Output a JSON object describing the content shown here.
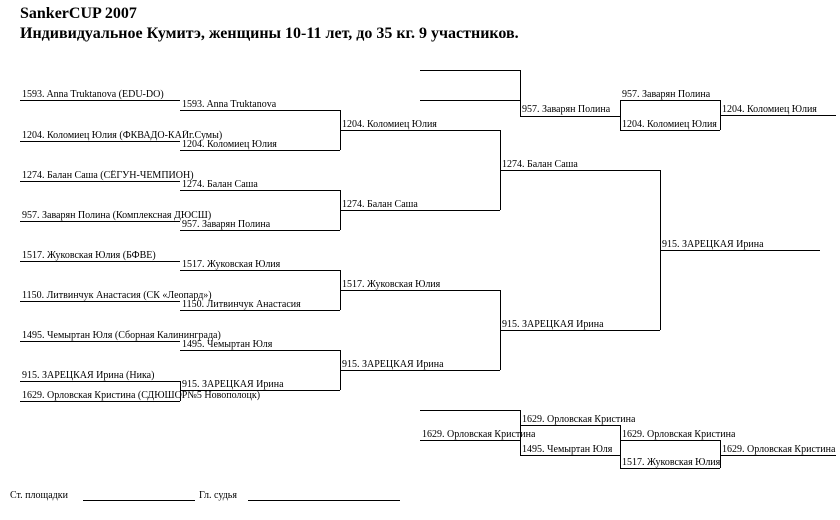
{
  "header": {
    "title": "SankerCUP 2007",
    "subtitle": "Индивидуальное Кумитэ, женщины 10-11 лет, до  35 кг. 9 участников."
  },
  "round1": [
    "1593. Anna Truktanova (EDU-DO)",
    "1204. Коломиец Юлия (ФКВАДО-КАЙг.Сумы)",
    "1274. Балан Саша (СЁГУН-ЧЕМПИОН)",
    "957. Заварян Полина (Комплексная ДЮСШ)",
    "1517. Жуковская Юлия (БФВЕ)",
    "1150. Литвинчук Анастасия (СК «Леопард»)",
    "1495. Чемыртан Юля (Сборная Калининграда)",
    "915. ЗАРЕЦКАЯ Ирина (Ника)",
    "1629. Орловская Кристина (СДЮШОР№5 Новополоцк)"
  ],
  "round2": [
    "1593. Anna Truktanova",
    "1204. Коломиец Юлия",
    "1274. Балан Саша",
    "957. Заварян Полина",
    "1517. Жуковская Юлия",
    "1150. Литвинчук Анастасия",
    "1495. Чемыртан Юля",
    "915. ЗАРЕЦКАЯ Ирина"
  ],
  "round3": [
    "1204. Коломиец Юлия",
    "1274. Балан Саша",
    "1517. Жуковская Юлия",
    "915. ЗАРЕЦКАЯ Ирина"
  ],
  "semifinal": [
    "1274. Балан Саша",
    "915. ЗАРЕЦКАЯ Ирина"
  ],
  "final_winner": "915. ЗАРЕЦКАЯ Ирина",
  "repechage_top": {
    "r1": "957. Заварян Полина",
    "r2a": "957. Заварян Полина",
    "r2b": "1204. Коломиец Юлия",
    "winner": "1204. Коломиец Юлия"
  },
  "repechage_bottom": {
    "r1": "1629. Орловская Кристина",
    "r1a": "1629. Орловская Кристина",
    "r1b": "1495. Чемыртан Юля",
    "r2a": "1629. Орловская Кристина",
    "r2b": "1517. Жуковская Юлия",
    "winner": "1629. Орловская Кристина"
  },
  "footer": {
    "referee_label": "Ст. площадки",
    "judge_label": "Гл. судья"
  }
}
